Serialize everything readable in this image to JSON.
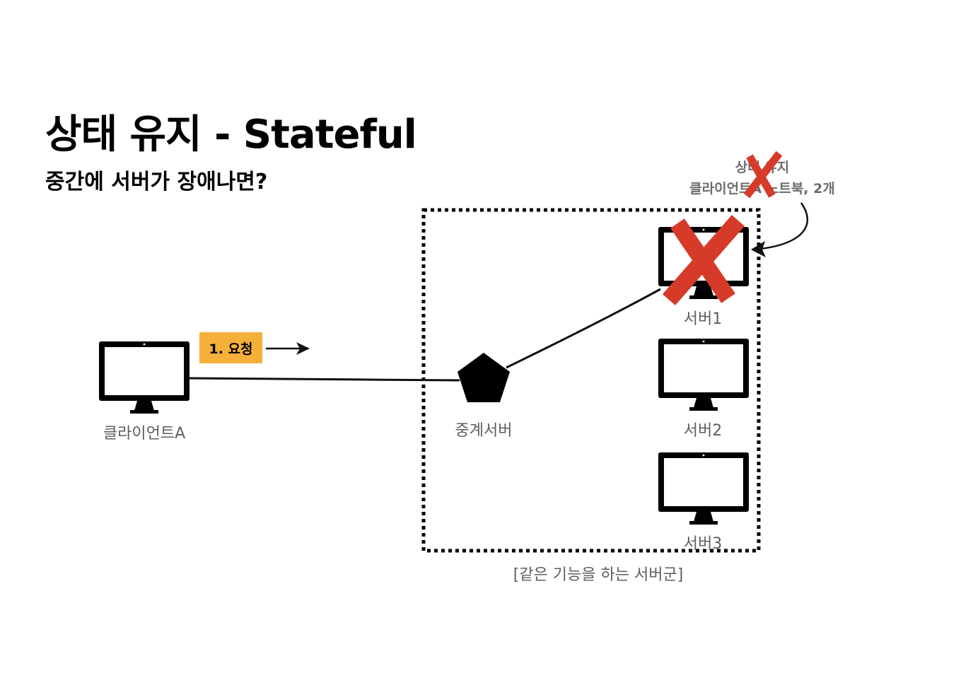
{
  "title": "상태 유지 - Stateful",
  "subtitle": "중간에 서버가 장애나면?",
  "client": {
    "label": "클라이언트A",
    "icon": "monitor-icon"
  },
  "request": {
    "label": "1. 요청",
    "color": "#f5b03a"
  },
  "proxy": {
    "label": "중계서버",
    "icon": "pentagon-icon"
  },
  "servers": [
    {
      "label": "서버1",
      "failed": true
    },
    {
      "label": "서버2",
      "failed": false
    },
    {
      "label": "서버3",
      "failed": false
    }
  ],
  "cluster_label": "[같은 기능을 하는 서버군]",
  "state_note": {
    "line1": "상태 유지",
    "line2": "클라이언트A 노트북, 2개"
  },
  "colors": {
    "failure_x": "#d63b2a",
    "request_badge": "#f5b03a"
  }
}
